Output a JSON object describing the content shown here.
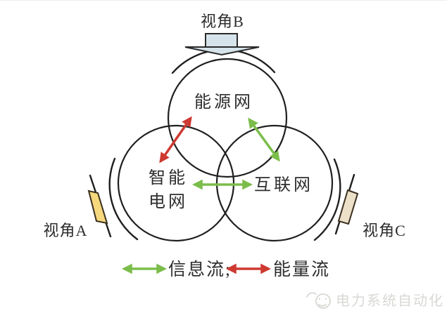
{
  "figure": {
    "perspectives": {
      "a": "视角A",
      "b": "视角B",
      "c": "视角C"
    },
    "nodes": {
      "energy_net": "能源网",
      "smart_grid_line1": "智能",
      "smart_grid_line2": "电网",
      "internet": "互联网"
    },
    "legend": {
      "information_flow": "信息流;",
      "energy_flow": "能量流"
    },
    "watermark": "电力系统自动化",
    "colors": {
      "information_flow_arrow": "#7bbd4a",
      "energy_flow_arrow": "#ce3a31",
      "view_a_marker_fill": "#f6d87d",
      "view_b_marker_fill": "#d6e3ea",
      "view_c_marker_fill": "#ede0c9",
      "outline": "#1f1f1f",
      "watermark_gray": "#d8d8d4"
    }
  }
}
